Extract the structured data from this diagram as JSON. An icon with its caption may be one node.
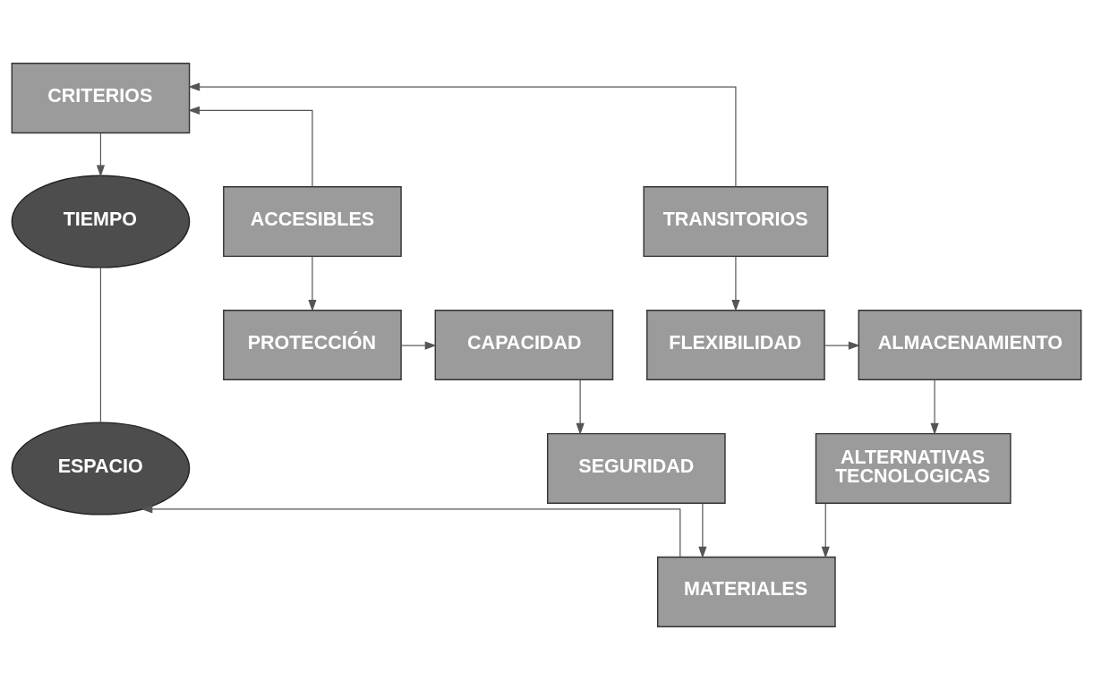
{
  "diagram": {
    "nodes": [
      {
        "text": [
          "CRITERIOS"
        ]
      },
      {
        "text": [
          "ACCESIBLES"
        ]
      },
      {
        "text": [
          "TIEMPO"
        ]
      },
      {
        "text": [
          "TRANSITORIOS"
        ]
      },
      {
        "text": [
          "PROTECCIÓN"
        ]
      },
      {
        "text": [
          "CAPACIDAD"
        ]
      },
      {
        "text": [
          "ALMACENAMIENTO"
        ]
      },
      {
        "text": [
          "FLEXIBILIDAD"
        ]
      },
      {
        "text": [
          "SEGURIDAD"
        ]
      },
      {
        "text": [
          "ESPACIO"
        ]
      },
      {
        "text": [
          "ALTERNATIVAS TECNOLOGICAS"
        ]
      },
      {
        "text": [
          "MATERIALES"
        ]
      }
    ],
    "edges": [
      {
        "from": 1,
        "to": 0,
        "arrow": "to"
      },
      {
        "from": 3,
        "to": 0,
        "arrow": "to"
      },
      {
        "from": 0,
        "to": 2,
        "arrow": "to"
      },
      {
        "from": 1,
        "to": 4,
        "arrow": "to"
      },
      {
        "from": 3,
        "to": 7,
        "arrow": "to"
      },
      {
        "from": 4,
        "to": 5,
        "arrow": "to"
      },
      {
        "from": 7,
        "to": 6,
        "arrow": "to"
      },
      {
        "from": 5,
        "to": 8,
        "arrow": "to"
      },
      {
        "from": 6,
        "to": 10,
        "arrow": "to"
      },
      {
        "from": 2,
        "to": 9,
        "arrow": "none"
      },
      {
        "from": 8,
        "to": 11,
        "arrow": "to"
      },
      {
        "from": 10,
        "to": 11,
        "arrow": "to"
      },
      {
        "from": 11,
        "to": 9,
        "arrow": "to"
      }
    ]
  }
}
